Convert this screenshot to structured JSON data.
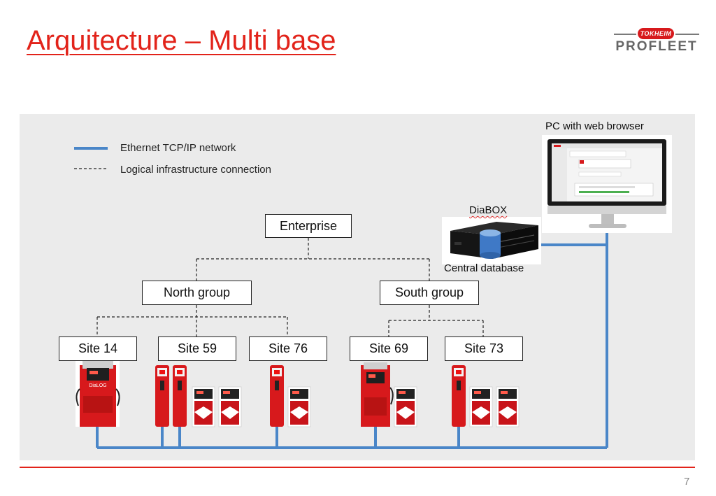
{
  "slide": {
    "title": "Arquitecture – Multi base",
    "page_number": "7"
  },
  "logo": {
    "mark": "TOKHEIM",
    "text": "PROFLEET"
  },
  "legend": {
    "ethernet": "Ethernet TCP/IP network",
    "logical": "Logical infrastructure connection"
  },
  "hierarchy": {
    "enterprise": "Enterprise",
    "groups": [
      "North group",
      "South group"
    ],
    "sites": [
      "Site 14",
      "Site 59",
      "Site 76",
      "Site 69",
      "Site 73"
    ]
  },
  "devices": {
    "pc_label": "PC with web browser",
    "diabox_label": "DiaBOX",
    "database_label": "Central database",
    "dialog_label": "DiaLOG"
  },
  "colors": {
    "accent": "#e2231a",
    "network": "#4a86c8",
    "pump": "#d7191c"
  }
}
